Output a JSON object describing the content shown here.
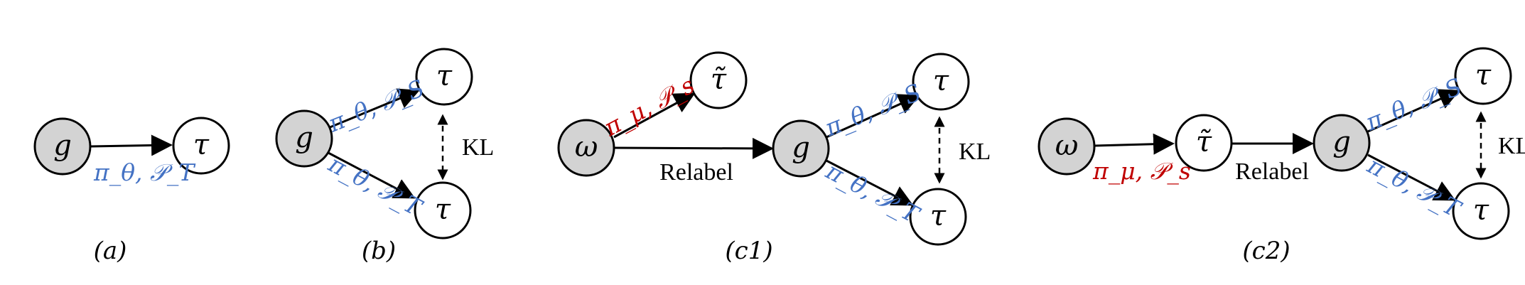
{
  "colors": {
    "blue": "#4472c4",
    "red": "#c00000",
    "gray_fill": "#d3d3d3"
  },
  "a": {
    "node_g": "g",
    "node_tau": "τ",
    "edge_label": "π_θ, 𝒫_T",
    "caption": "(a)"
  },
  "b": {
    "node_g": "g",
    "node_tau_top": "τ",
    "node_tau_bottom": "τ",
    "label_top": "π_θ, 𝒫_S",
    "label_bottom": "π_θ, 𝒫_T",
    "kl": "KL",
    "caption": "(b)"
  },
  "c1": {
    "node_omega": "ω",
    "node_tau_tilde": "τ̃",
    "node_g": "g",
    "node_tau_top": "τ",
    "node_tau_bottom": "τ",
    "label_mu": "π_μ, 𝒫_s",
    "relabel": "Relabel",
    "label_top": "π_θ, 𝒫_S",
    "label_bottom": "π_θ, 𝒫_T",
    "kl": "KL",
    "caption": "(c1)"
  },
  "c2": {
    "node_omega": "ω",
    "node_tau_tilde": "τ̃",
    "node_g": "g",
    "node_tau_top": "τ",
    "node_tau_bottom": "τ",
    "label_mu": "π_μ, 𝒫_s",
    "relabel": "Relabel",
    "label_top": "π_θ, 𝒫_S",
    "label_bottom": "π_θ, 𝒫_T",
    "kl": "KL",
    "caption": "(c2)"
  }
}
